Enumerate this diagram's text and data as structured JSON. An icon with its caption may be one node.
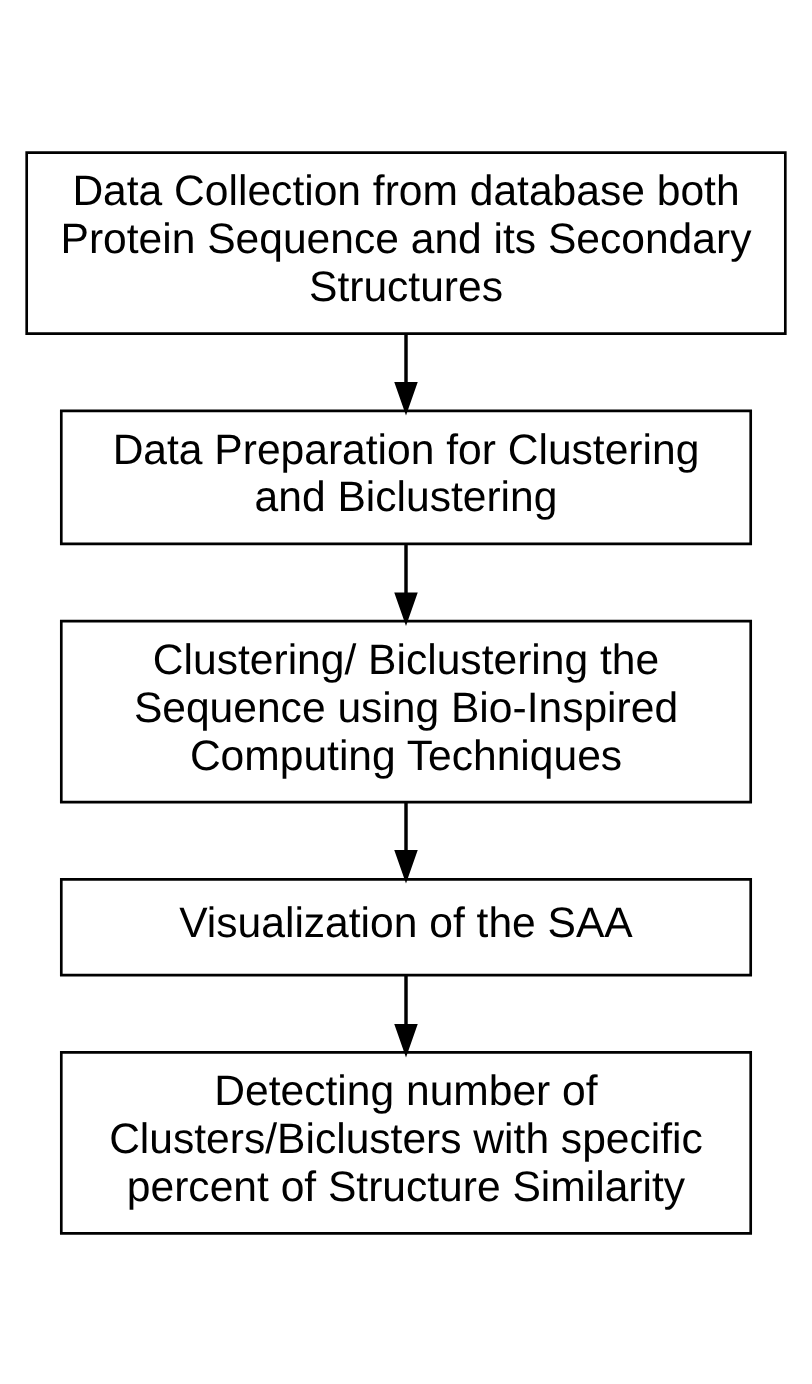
{
  "diagram": {
    "nodes": [
      {
        "text": [
          "Data Collection from database both Protein Sequence and its Secondary Structures"
        ]
      },
      {
        "text": [
          "Data Preparation for Clustering and Biclustering"
        ]
      },
      {
        "text": [
          "Clustering/ Biclustering the Sequence using Bio-Inspired Computing Techniques"
        ]
      },
      {
        "text": [
          "Visualization of the SAA"
        ]
      },
      {
        "text": [
          "Detecting number of Clusters/Biclusters with specific percent of Structure Similarity"
        ]
      }
    ],
    "edges": [
      {
        "from": 0,
        "to": 1,
        "arrow": "to"
      },
      {
        "from": 1,
        "to": 2,
        "arrow": "to"
      },
      {
        "from": 2,
        "to": 3,
        "arrow": "to"
      },
      {
        "from": 3,
        "to": 4,
        "arrow": "to"
      }
    ]
  }
}
